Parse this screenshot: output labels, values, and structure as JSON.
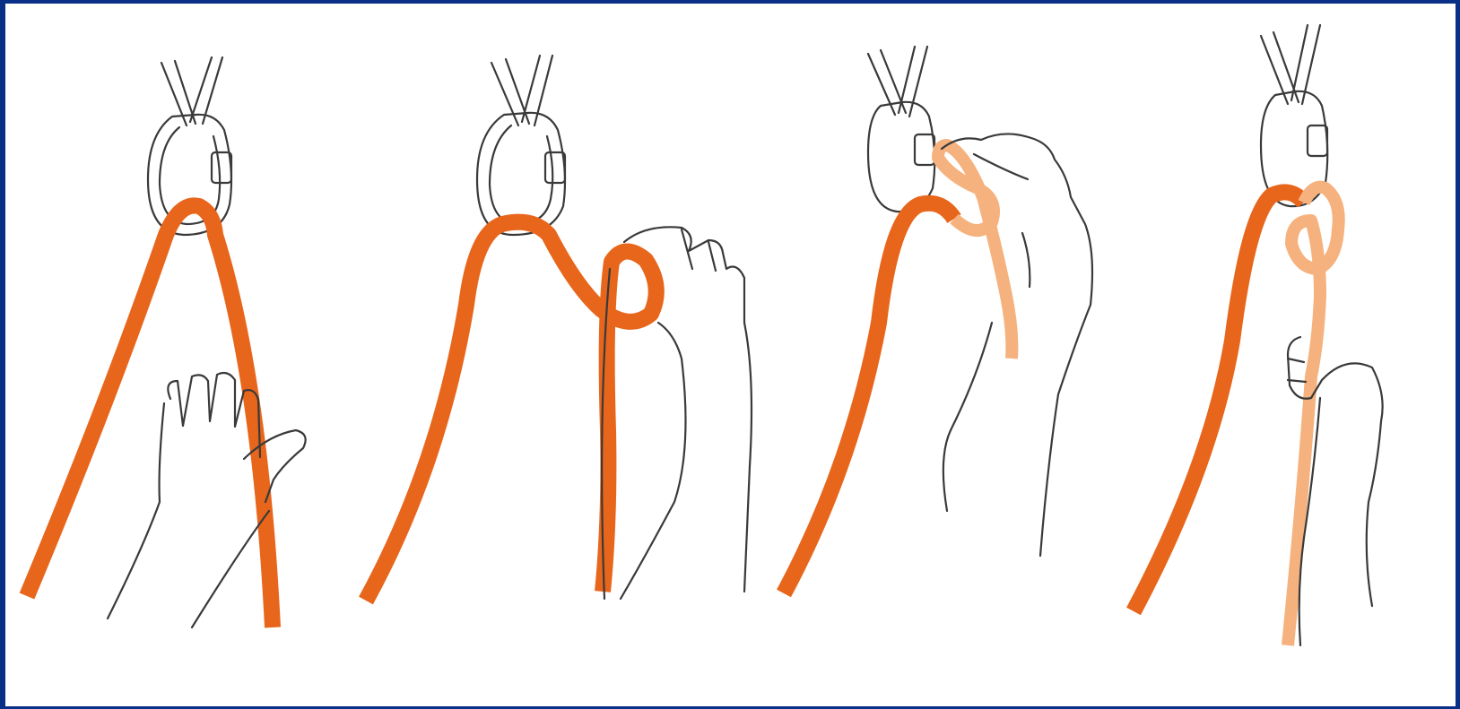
{
  "figure": {
    "steps": [
      {
        "id": "step-1",
        "description_shown": false
      },
      {
        "id": "step-2",
        "description_shown": false
      },
      {
        "id": "step-3",
        "description_shown": false
      },
      {
        "id": "step-4",
        "description_shown": false
      }
    ]
  },
  "colors": {
    "frame_border": "#0a2f87",
    "rope_main": "#e8661c",
    "rope_light": "#f5b27e",
    "outline": "#3a3a3a",
    "background": "#ffffff"
  }
}
